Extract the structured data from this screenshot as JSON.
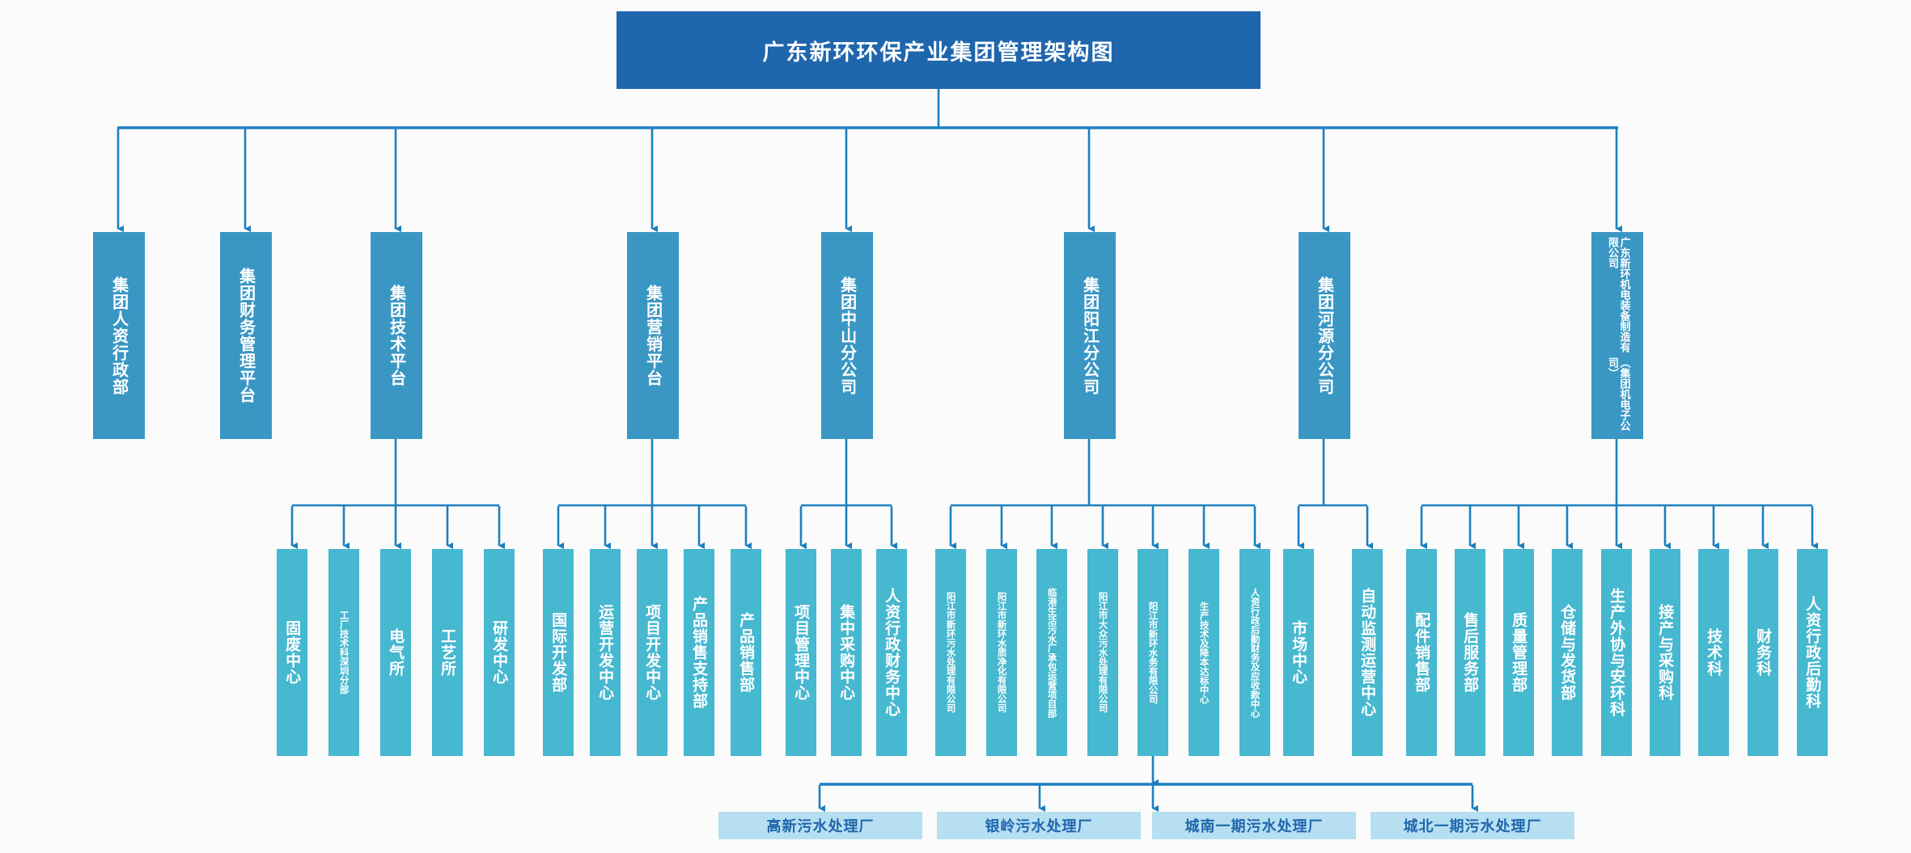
{
  "chart_title": "广东新环环保产业集团管理架构图",
  "colors": {
    "root": "#1f66ac",
    "level2": "#3a97c4",
    "level3": "#46b8d0",
    "plant": "#b6dff2",
    "connector": "#1b7fc0",
    "background": "#fbfbfb",
    "plant_text": "#1f66ac"
  },
  "root": {
    "label": "广东新环环保产业集团管理架构图"
  },
  "level2": [
    {
      "id": "hr",
      "label": "集团人资行政部"
    },
    {
      "id": "finance",
      "label": "集团财务管理平台"
    },
    {
      "id": "tech",
      "label": "集团技术平台"
    },
    {
      "id": "marketing",
      "label": "集团营销平台"
    },
    {
      "id": "zhongshan",
      "label": "集团中山分公司"
    },
    {
      "id": "yangjiang",
      "label": "集团阳江分公司"
    },
    {
      "id": "heyuan",
      "label": "集团河源分公司"
    },
    {
      "id": "electro",
      "label": "广东新环机电装备制造有限公司",
      "label2": "（集团机电子公司）"
    }
  ],
  "level3": {
    "tech": [
      {
        "label": "固废中心"
      },
      {
        "label": "工厂技术科深圳分部"
      },
      {
        "label": "电气所"
      },
      {
        "label": "工艺所"
      },
      {
        "label": "研发中心"
      }
    ],
    "marketing": [
      {
        "label": "国际开发部"
      },
      {
        "label": "运营开发中心"
      },
      {
        "label": "项目开发中心"
      },
      {
        "label": "产品销售支持部"
      },
      {
        "label": "产品销售部"
      }
    ],
    "zhongshan": [
      {
        "label": "项目管理中心"
      },
      {
        "label": "集中采购中心"
      },
      {
        "label": "人资行政财务中心"
      }
    ],
    "yangjiang": [
      {
        "label": "阳江市新环污水处理有限公司"
      },
      {
        "label": "阳江市新环水质净化有限公司"
      },
      {
        "label": "临港生活污水厂承包运营项目部"
      },
      {
        "label": "阳江市大众污水处理有限公司"
      },
      {
        "label": "阳江市新环水务有限公司"
      },
      {
        "label": "生产技术及降本达标中心"
      },
      {
        "label": "人资行政后勤财务及应收款中心"
      }
    ],
    "heyuan": [
      {
        "label": "市场中心"
      },
      {
        "label": "自动监测运营中心"
      }
    ],
    "electro": [
      {
        "label": "配件销售部"
      },
      {
        "label": "售后服务部"
      },
      {
        "label": "质量管理部"
      },
      {
        "label": "仓储与发货部"
      },
      {
        "label": "生产外协与安环科"
      },
      {
        "label": "接产与采购科"
      },
      {
        "label": "技术科"
      },
      {
        "label": "财务科"
      },
      {
        "label": "人资行政后勤科"
      }
    ]
  },
  "plants": [
    {
      "label": "高新污水处理厂"
    },
    {
      "label": "银岭污水处理厂"
    },
    {
      "label": "城南一期污水处理厂"
    },
    {
      "label": "城北一期污水处理厂"
    }
  ]
}
